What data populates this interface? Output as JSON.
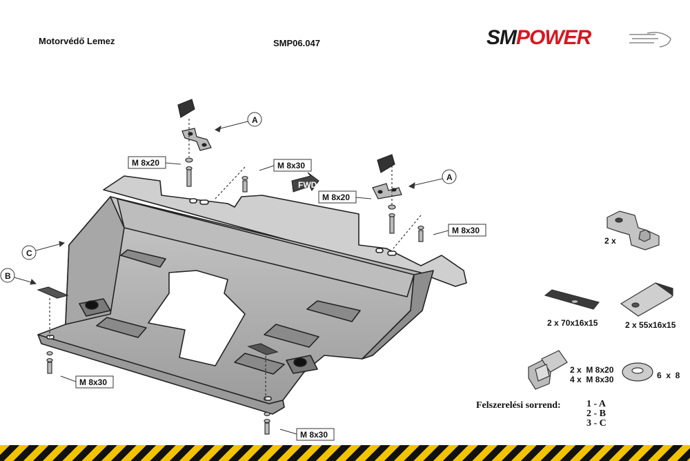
{
  "header": {
    "title": "Motorvédő Lemez",
    "product_code": "SMP06.047",
    "logo": {
      "part1": "SM",
      "part2": "POWER",
      "colors": {
        "sm": "#1a1a1a",
        "power": "#d7171f"
      }
    }
  },
  "callouts": {
    "a1": "A",
    "a2": "A",
    "b": "B",
    "c": "C"
  },
  "bolt_labels": {
    "m8x20_left": "M 8x20",
    "m8x30_top": "M 8x30",
    "m8x20_mid": "M 8x20",
    "m8x30_right": "M 8x30",
    "m8x30_bottom_left": "M 8x30",
    "m8x30_bottom": "M 8x30"
  },
  "parts": {
    "bracket_qty": "2 x",
    "plate_large": "2 x 70x16x15",
    "plate_small": "2 x 55x16x15",
    "bolts_line1": "2 x  M 8x20",
    "bolts_line2": "4 x  M 8x30",
    "washers": "6  x  8"
  },
  "sequence": {
    "label": "Felszerelési sorrend:",
    "steps": [
      "1 - A",
      "2 - B",
      "3 - C"
    ]
  },
  "icons": {
    "fwd": "FWD",
    "footer_stripe": "warning-stripe",
    "stripe_colors": [
      "#f2c300",
      "#111111"
    ]
  }
}
